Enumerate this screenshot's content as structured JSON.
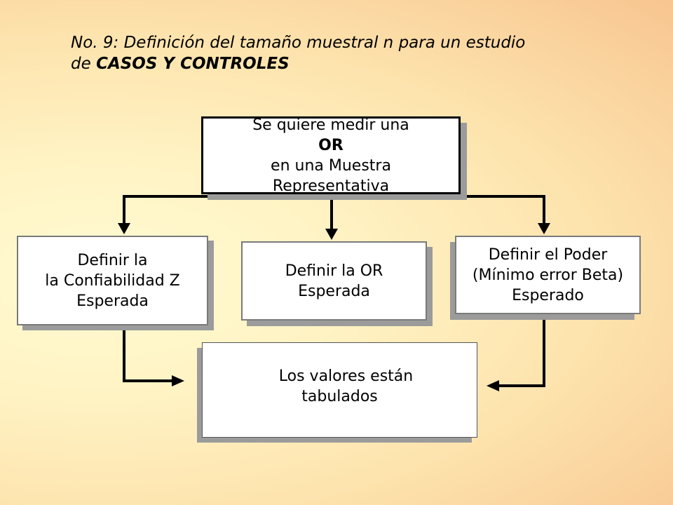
{
  "title": {
    "line1": "No. 9:  Definición del tamaño muestral  n  para un estudio",
    "line2_prefix": "de ",
    "line2_bold": "CASOS Y CONTROLES"
  },
  "boxes": {
    "top": {
      "line1_prefix": "Se quiere medir una ",
      "line1_bold": "OR",
      "line2": "en una Muestra",
      "line3": "Representativa"
    },
    "left": {
      "line1": "Definir la",
      "line2": "la Confiabilidad Z",
      "line3": "Esperada"
    },
    "middle": {
      "line1": "Definir la OR",
      "line2": "Esperada"
    },
    "right": {
      "line1": "Definir el Poder",
      "line2": "(Mínimo error Beta)",
      "line3": "Esperado"
    },
    "bottom": {
      "line1": "Los valores están",
      "line2": "tabulados"
    }
  }
}
